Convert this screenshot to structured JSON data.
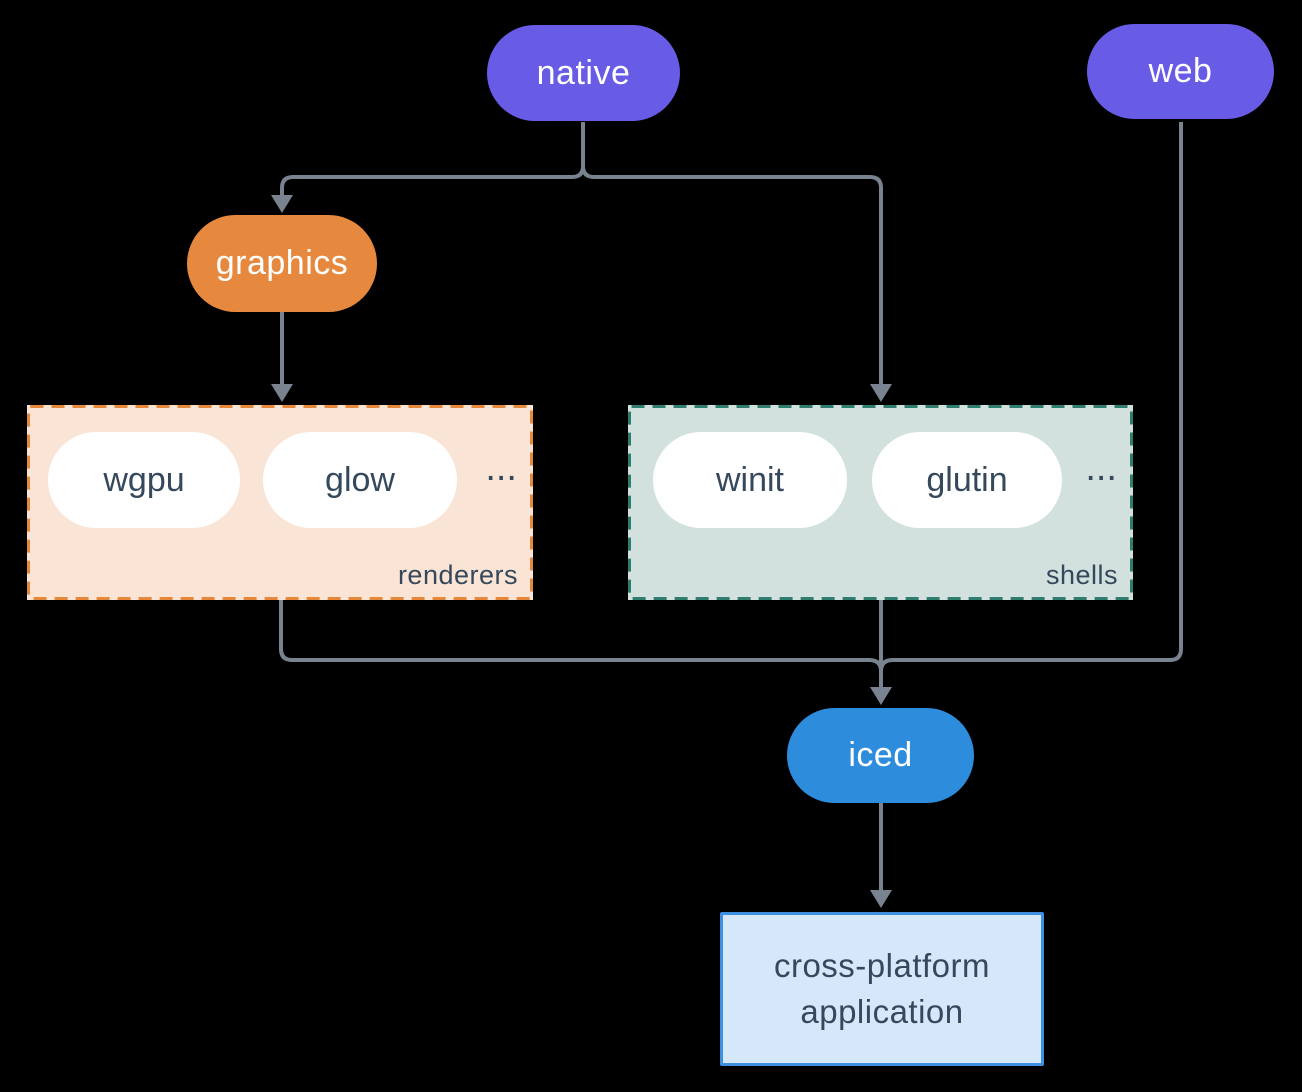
{
  "colors": {
    "background": "#000000",
    "connector": "#78838F",
    "node_purple": "#685CE6",
    "node_orange": "#E6893E",
    "node_blue": "#2D8DDC",
    "item_pill_bg": "#FFFFFF",
    "text_on_node": "#FFFFFF",
    "text_dark": "#35485C",
    "renderers_bg": "#FAE4D5",
    "renderers_border": "#E6873A",
    "shells_bg": "#D2E1DD",
    "shells_border": "#2E7D6E",
    "app_bg": "#D5E7F8",
    "app_border": "#3E8FE0"
  },
  "nodes": {
    "native": {
      "label": "native",
      "color": "#685CE6"
    },
    "web": {
      "label": "web",
      "color": "#685CE6"
    },
    "graphics": {
      "label": "graphics",
      "color": "#E6893E"
    },
    "iced": {
      "label": "iced",
      "color": "#2D8DDC"
    },
    "app": {
      "line1": "cross-platform",
      "line2": "application"
    }
  },
  "groups": {
    "renderers": {
      "label": "renderers",
      "items": [
        "wgpu",
        "glow"
      ],
      "ellipsis": "...",
      "bg": "#FAE4D5",
      "border_color": "#E6873A"
    },
    "shells": {
      "label": "shells",
      "items": [
        "winit",
        "glutin"
      ],
      "ellipsis": "...",
      "bg": "#D2E1DD",
      "border_color": "#2E7D6E"
    }
  },
  "connectors": {
    "color": "#78838F",
    "edges": [
      {
        "from": "native",
        "to": "graphics"
      },
      {
        "from": "native",
        "to": "shells"
      },
      {
        "from": "graphics",
        "to": "renderers"
      },
      {
        "from": "renderers",
        "to": "iced"
      },
      {
        "from": "shells",
        "to": "iced"
      },
      {
        "from": "web",
        "to": "iced"
      },
      {
        "from": "iced",
        "to": "app"
      }
    ]
  }
}
